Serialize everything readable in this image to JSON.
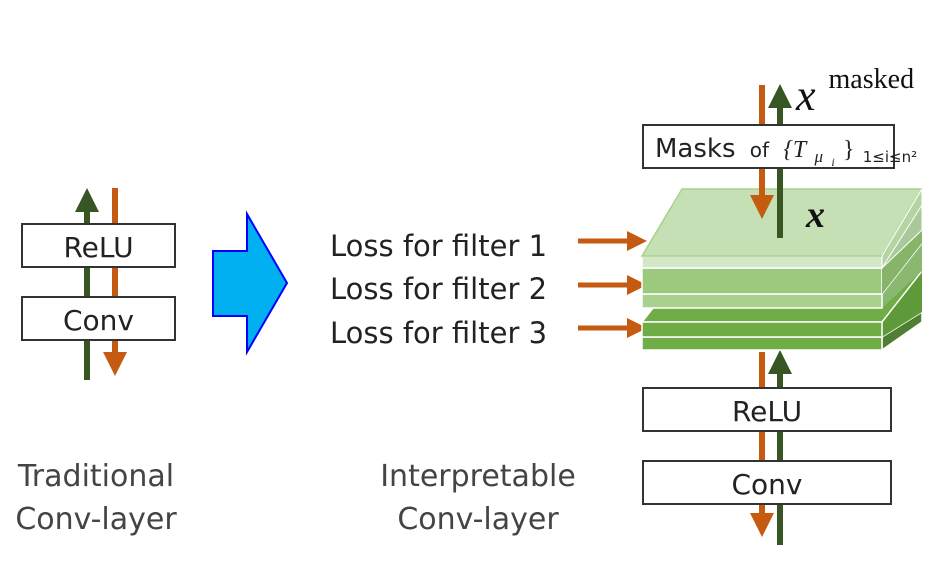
{
  "left": {
    "relu_label": "ReLU",
    "conv_label": "Conv",
    "caption_line1": "Traditional",
    "caption_line2": "Conv-layer"
  },
  "middle": {
    "losses": [
      "Loss for filter 1",
      "Loss for filter 2",
      "Loss for filter 3"
    ],
    "caption_line1": "Interpretable",
    "caption_line2": "Conv-layer"
  },
  "right": {
    "masks_label": "Masks",
    "masks_of": "of",
    "masks_set": "{T",
    "masks_sub_mu": "μ",
    "masks_sub_i": "i",
    "masks_close": "}",
    "masks_range": "1≤i≤n²",
    "x_label": "x",
    "x_masked_base": "x",
    "x_masked_sup": "masked",
    "relu_label": "ReLU",
    "conv_label": "Conv"
  },
  "colors": {
    "forward_arrow": "#375623",
    "backward_arrow": "#C55A11",
    "transform_arrow_fill": "#00B0F0",
    "transform_arrow_stroke": "#0000FF",
    "layer_top": "#C5E0B4",
    "layer_mid": "#A9D18E",
    "layer_bottom": "#70AD47"
  }
}
